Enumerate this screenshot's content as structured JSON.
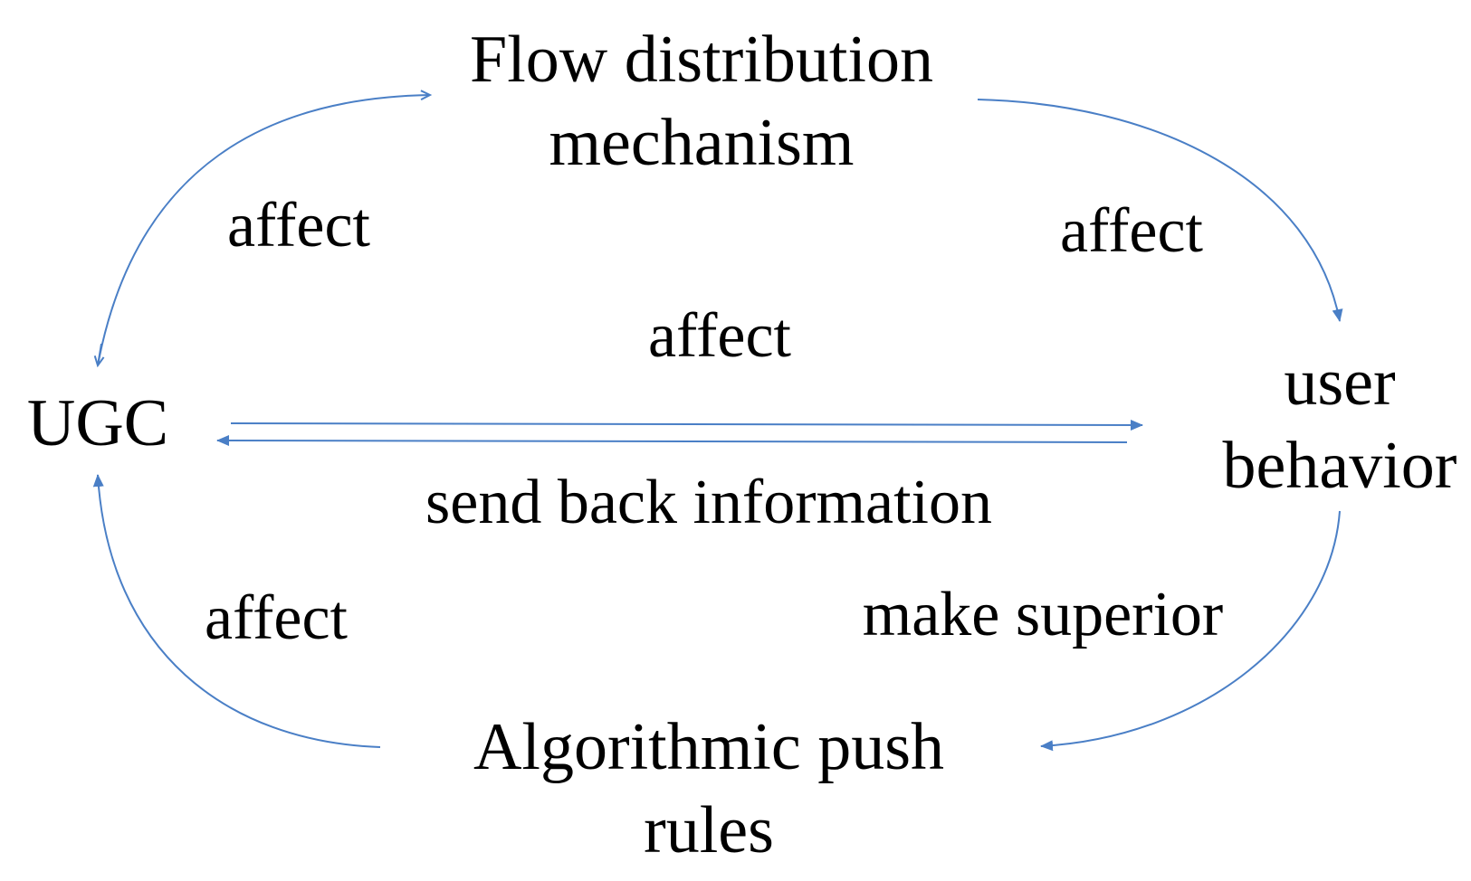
{
  "colors": {
    "arrow": "#4a7fc6",
    "text": "#000000",
    "background": "#ffffff"
  },
  "nodes": {
    "flow_distribution": {
      "line1": "Flow distribution",
      "line2": "mechanism"
    },
    "ugc": {
      "label": "UGC"
    },
    "user_behavior": {
      "line1": "user",
      "line2": "behavior"
    },
    "algorithmic_push": {
      "line1": "Algorithmic push",
      "line2": "rules"
    }
  },
  "edges": {
    "flow_to_ugc": {
      "label": "affect"
    },
    "flow_to_user": {
      "label": "affect"
    },
    "ugc_to_user": {
      "label": "affect"
    },
    "user_to_ugc": {
      "label": "send back information"
    },
    "user_to_push": {
      "label": "make superior"
    },
    "push_to_ugc": {
      "label": "affect"
    }
  }
}
